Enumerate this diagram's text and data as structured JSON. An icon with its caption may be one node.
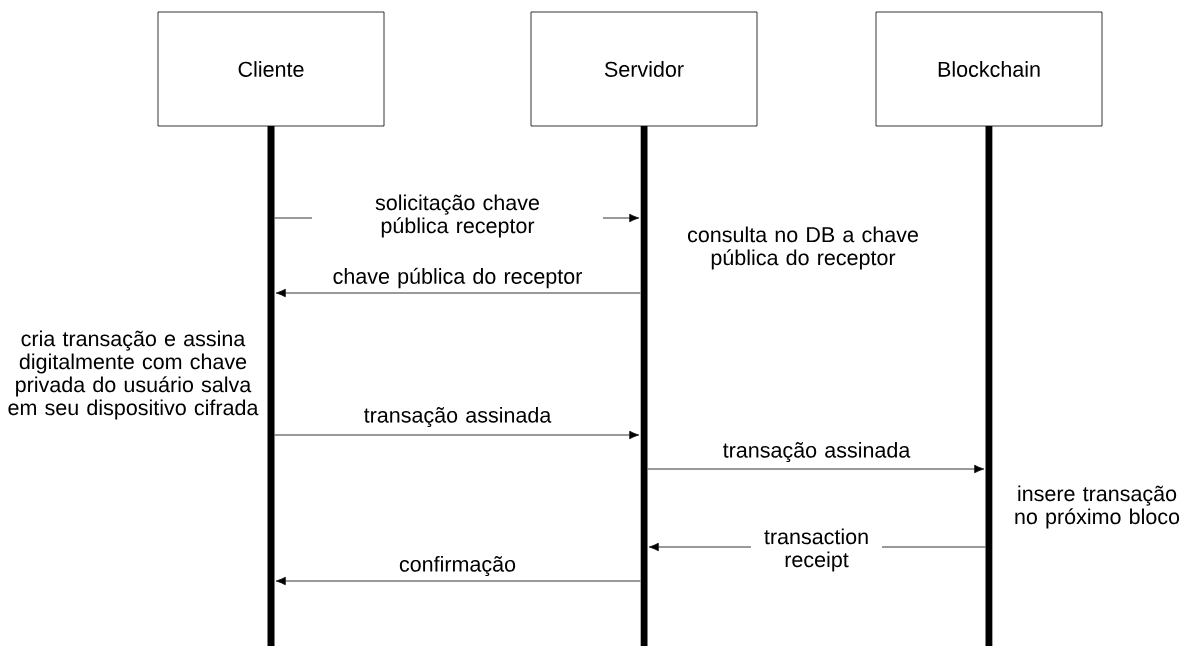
{
  "diagram": {
    "nodes": [
      {
        "text": [
          "Cliente"
        ]
      },
      {
        "text": [
          "Servidor"
        ]
      },
      {
        "text": [
          "Blockchain"
        ]
      },
      {
        "text": [],
        "shape": "bar"
      },
      {
        "text": [],
        "shape": "bar"
      },
      {
        "text": [],
        "shape": "bar"
      }
    ],
    "edges": [
      {
        "from": 3,
        "to": 4,
        "arrow": "to",
        "label": "solicitação chave pública receptor"
      },
      {
        "from": 4,
        "to": 3,
        "arrow": "to",
        "label": "chave pública do receptor"
      },
      {
        "from": 3,
        "to": 4,
        "arrow": "to",
        "label": "transação assinada"
      },
      {
        "from": 4,
        "to": 5,
        "arrow": "to",
        "label": "transação assinada"
      },
      {
        "from": 5,
        "to": 4,
        "arrow": "to",
        "label": "transaction receipt"
      },
      {
        "from": 4,
        "to": 3,
        "arrow": "to",
        "label": "confirmação"
      }
    ],
    "labels": [
      "consulta no DB a chave pública do receptor",
      "cria transação e assina digitalmente com chave privada do usuário salva em seu dispositivo cifrada",
      "insere transação no próximo bloco"
    ]
  }
}
